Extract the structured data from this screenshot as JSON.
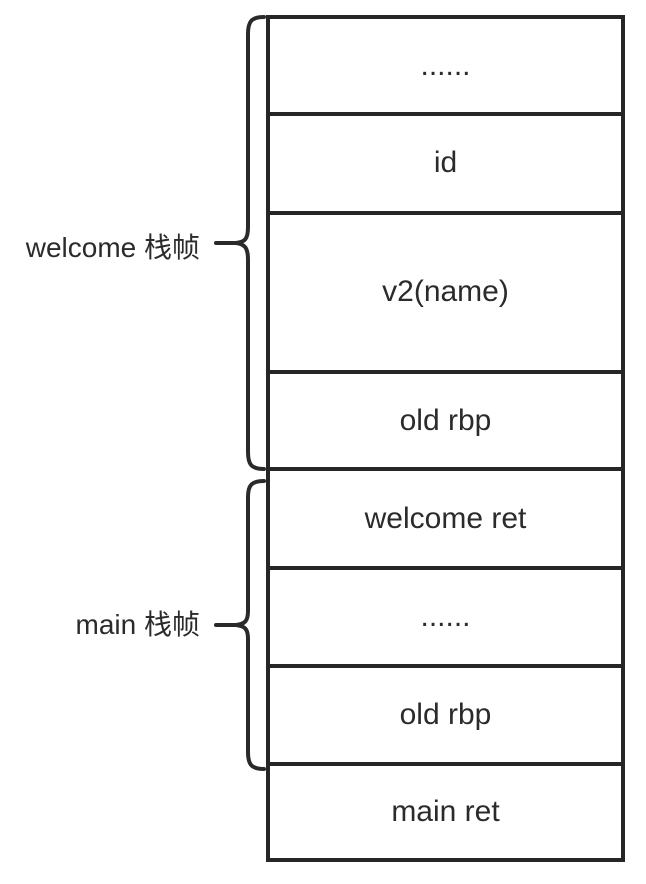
{
  "diagram": {
    "type": "stack-frame-diagram",
    "background_color": "#ffffff",
    "line_color": "#262626",
    "text_color": "#2b2b2b",
    "frames": {
      "welcome": {
        "label": "welcome 栈帧"
      },
      "main": {
        "label": "main 栈帧"
      }
    },
    "cells": [
      {
        "label": "......"
      },
      {
        "label": "id"
      },
      {
        "label": "v2(name)"
      },
      {
        "label": "old rbp"
      },
      {
        "label": "welcome ret"
      },
      {
        "label": "......"
      },
      {
        "label": "old rbp"
      },
      {
        "label": "main ret"
      }
    ]
  }
}
